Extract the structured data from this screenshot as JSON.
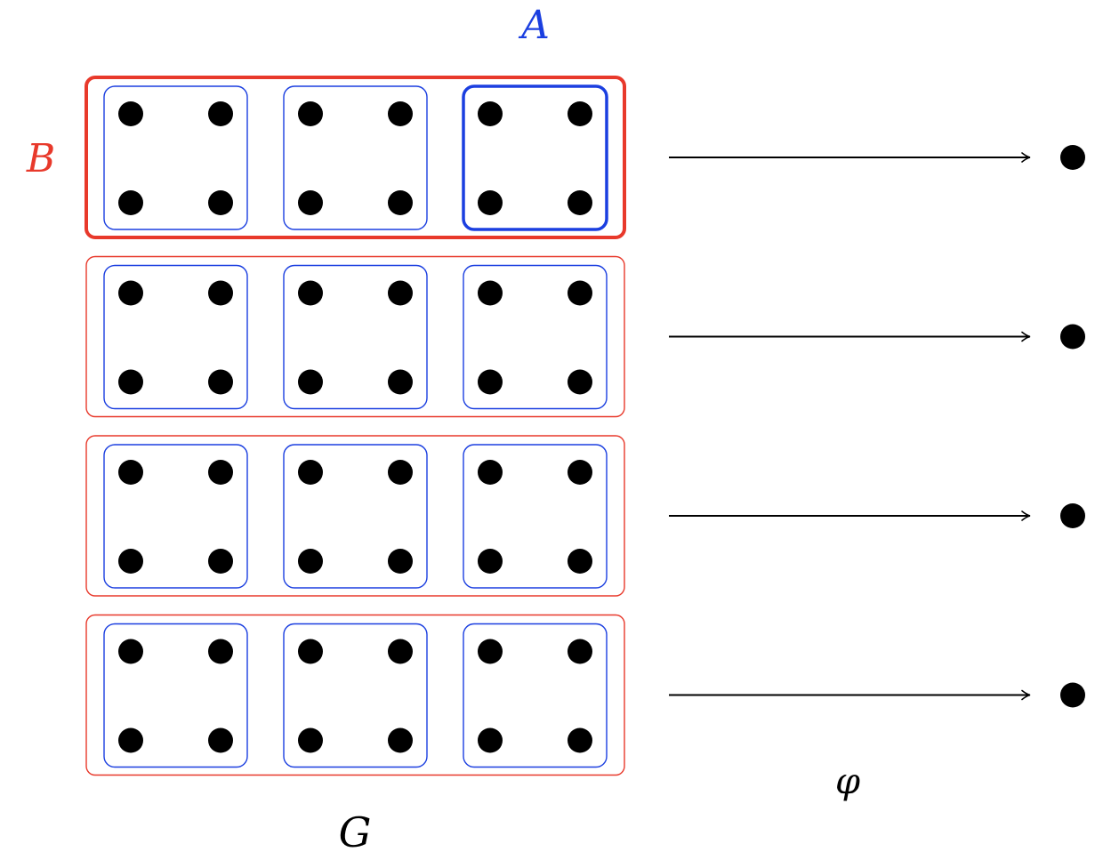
{
  "labels": {
    "A": "A",
    "B": "B",
    "G": "G",
    "phi": "φ"
  },
  "structure": {
    "row_count": 4,
    "blocks_per_row": 3,
    "dots_per_block": 4,
    "highlighted_row": 0,
    "highlighted_block": 2
  },
  "colors": {
    "row_outline": "#e8392b",
    "block_outline": "#1b3fe0",
    "dot": "#000000",
    "arrow": "#000000",
    "label_A": "#1b3fe0",
    "label_B": "#e8392b",
    "label_text": "#000000"
  }
}
